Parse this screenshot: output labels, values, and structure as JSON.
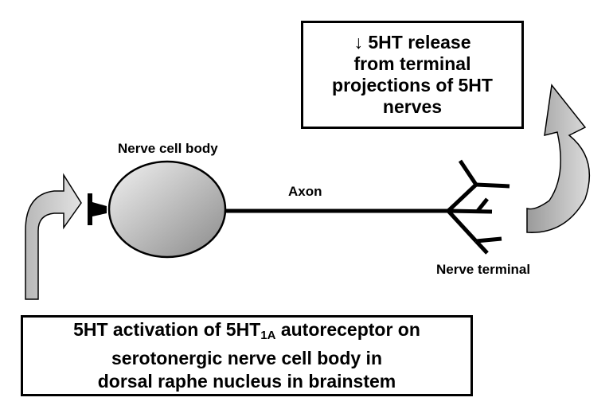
{
  "top_box": {
    "arrow": "↓",
    "line1": "5HT release",
    "line2": "from terminal",
    "line3": "projections of 5HT",
    "line4": "nerves"
  },
  "bottom_box": {
    "line1_prefix": "5HT activation of 5HT",
    "line1_subscript": "1A",
    "line1_suffix": " autoreceptor on",
    "line2": "serotonergic nerve cell body in",
    "line3": "dorsal raphe nucleus in brainstem"
  },
  "labels": {
    "cell_body": "Nerve cell body",
    "axon": "Axon",
    "terminal": "Nerve terminal"
  },
  "colors": {
    "outline": "#000000",
    "arrow_fill": "#c8c8c8",
    "cell_body_light": "#f2f2f2",
    "cell_body_dark": "#8a8a8a"
  },
  "icons": {
    "left_arrow": "curved-up-arrow-icon",
    "right_arrow": "curved-return-arrow-icon",
    "receptor": "autoreceptor-icon"
  }
}
